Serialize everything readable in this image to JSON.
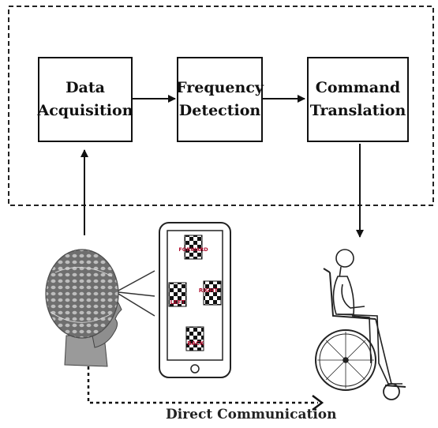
{
  "diagram": {
    "blocks": {
      "data_acquisition": {
        "line1": "Data",
        "line2": "Acquisition"
      },
      "frequency_detection": {
        "line1": "Frequency",
        "line2": "Detection"
      },
      "command_translation": {
        "line1": "Command",
        "line2": "Translation"
      }
    },
    "phone_labels": {
      "forward": "FORWARD",
      "left": "LEFT",
      "right": "RIGHT",
      "back": "BACK"
    },
    "bottom_caption": "Direct Communication"
  }
}
